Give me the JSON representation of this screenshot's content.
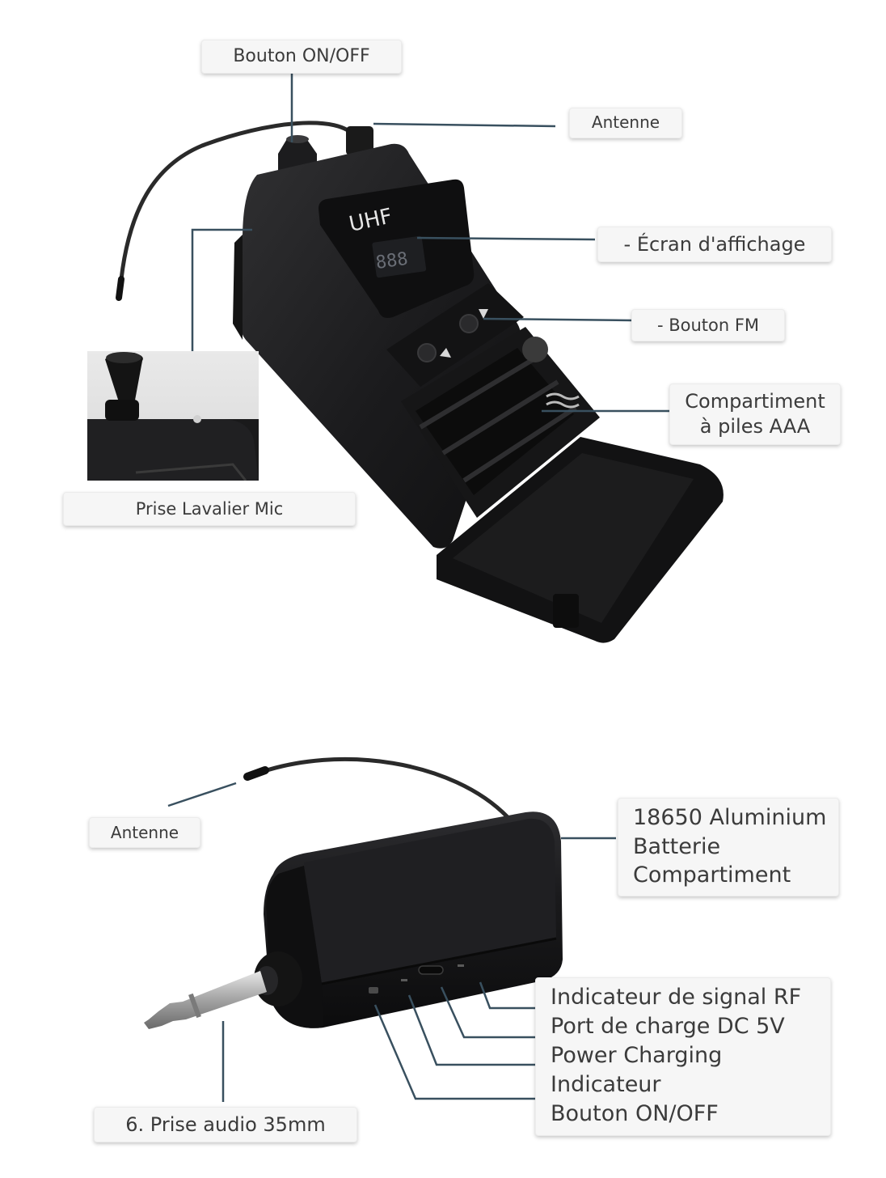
{
  "labels": {
    "top_on_off": "Bouton ON/OFF",
    "top_antenna": "Antenne",
    "display": "- Écran d'affichage",
    "fm_button": "- Bouton FM",
    "battery_aaa_line1": "Compartiment",
    "battery_aaa_line2": "à piles AAA",
    "lavalier_mic": "Prise Lavalier Mic",
    "bottom_antenna": "Antenne",
    "battery_18650_line1": "18650 Aluminium",
    "battery_18650_line2": "Batterie",
    "battery_18650_line3": "Compartiment",
    "rf_signal": "Indicateur de signal RF",
    "charge_port": "Port de charge DC 5V",
    "power_charging": "Power Charging",
    "indicator": "Indicateur",
    "bottom_on_off": "Bouton ON/OFF",
    "audio_jack": "6. Prise audio 35mm"
  },
  "device_top": {
    "badge_text": "UHF",
    "display_digits": "888"
  },
  "colors": {
    "leader_line": "#39505f",
    "callout_bg": "#f6f6f6",
    "device_body": "#1d1d1f",
    "device_shadow": "#0d0d0e"
  }
}
